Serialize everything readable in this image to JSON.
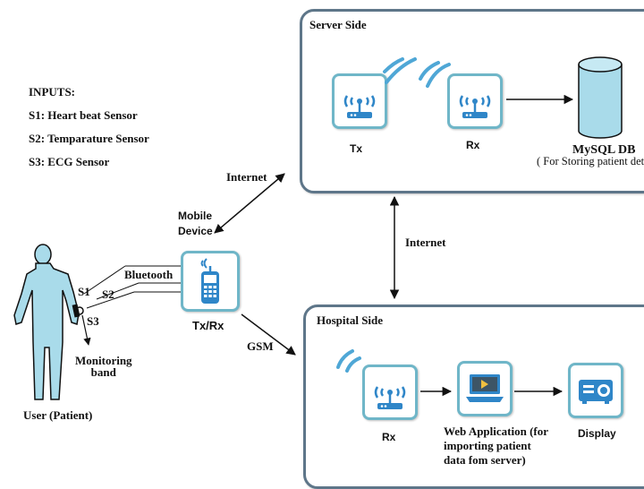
{
  "inputs": {
    "title": "INPUTS:",
    "items": [
      "S1: Heart beat Sensor",
      "S2: Temparature Sensor",
      "S3: ECG Sensor"
    ]
  },
  "server": {
    "title": "Server Side",
    "tx_label": "Tx",
    "rx_label": "Rx",
    "db_label": "MySQL DB",
    "db_note": "( For Storing patient details)"
  },
  "hospital": {
    "title": "Hospital Side",
    "rx_label": "Rx",
    "webapp_label": [
      "Web Application (for",
      "importing patient",
      "data fom server)"
    ],
    "display_label": "Display"
  },
  "mobile": {
    "label": [
      "Mobile",
      "Device"
    ],
    "txrx_label": "Tx/Rx"
  },
  "links": {
    "internet_top": "Internet",
    "internet_mid": "Internet",
    "gsm": "GSM",
    "bluetooth": "Bluetooth"
  },
  "user": {
    "label": "User (Patient)",
    "s1": "S1",
    "s2": "S2",
    "s3": "S3",
    "band_label": [
      "Monitoring",
      "band"
    ]
  },
  "colors": {
    "panel_border": "#5e7689",
    "tile_border": "#6fb6c8",
    "icon_blue": "#2f86c8",
    "db_fill": "#a9dbea"
  }
}
